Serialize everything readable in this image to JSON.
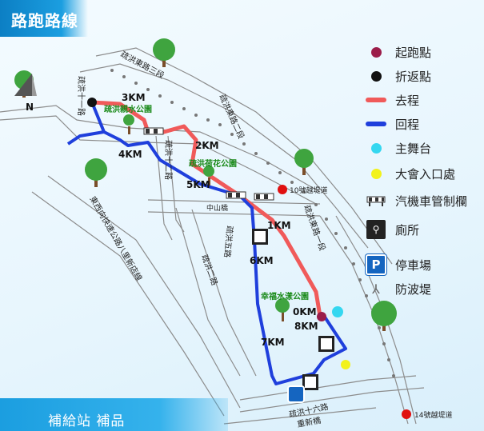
{
  "header": {
    "title": "路跑路線"
  },
  "footer": {
    "title": "補給站 補品"
  },
  "compass": {
    "label": "N"
  },
  "legend": [
    {
      "label": "起跑點",
      "symbol": "start-point-icon",
      "color": "#9b1d4a"
    },
    {
      "label": "折返點",
      "symbol": "turnaround-point-icon",
      "color": "#111111"
    },
    {
      "label": "去程",
      "symbol": "outbound-line-icon",
      "color": "#f05a5a"
    },
    {
      "label": "回程",
      "symbol": "return-line-icon",
      "color": "#1f3fdc"
    },
    {
      "label": "主舞台",
      "symbol": "main-stage-icon",
      "color": "#35d7f0"
    },
    {
      "label": "大會入口處",
      "symbol": "entrance-icon",
      "color": "#f2f21a"
    },
    {
      "label": "汽機車管制欄",
      "symbol": "traffic-barrier-icon",
      "color": "#333333"
    },
    {
      "label": "廁所",
      "symbol": "restroom-icon",
      "color": "#222222"
    },
    {
      "label": "停車場",
      "symbol": "parking-icon",
      "color": "#1565c0"
    },
    {
      "label": "防波堤",
      "symbol": "breakwater-icon",
      "color": "#666666"
    }
  ],
  "roads": {
    "r1": "疏洪十一路",
    "r2": "疏洪東路三段",
    "r3": "疏洪十二路",
    "r4": "中山橋",
    "r5": "疏洪東路二段",
    "r6": "疏洪東路一段",
    "r7": "疏洪五路",
    "r8": "疏洪二路",
    "r9": "東西向快速公路八里新店線",
    "r10": "疏洪十六路",
    "r11": "重新橋"
  },
  "parks": {
    "p1": "疏洪親水公園",
    "p2": "疏洪荷花公園",
    "p3": "幸福水漾公園"
  },
  "gates": {
    "g1": "10號越堤道",
    "g2": "14號越堤道"
  },
  "km": {
    "k0": "0KM",
    "k1": "1KM",
    "k2": "2KM",
    "k3": "3KM",
    "k4": "4KM",
    "k5": "5KM",
    "k6": "6KM",
    "k7": "7KM",
    "k8": "8KM"
  }
}
